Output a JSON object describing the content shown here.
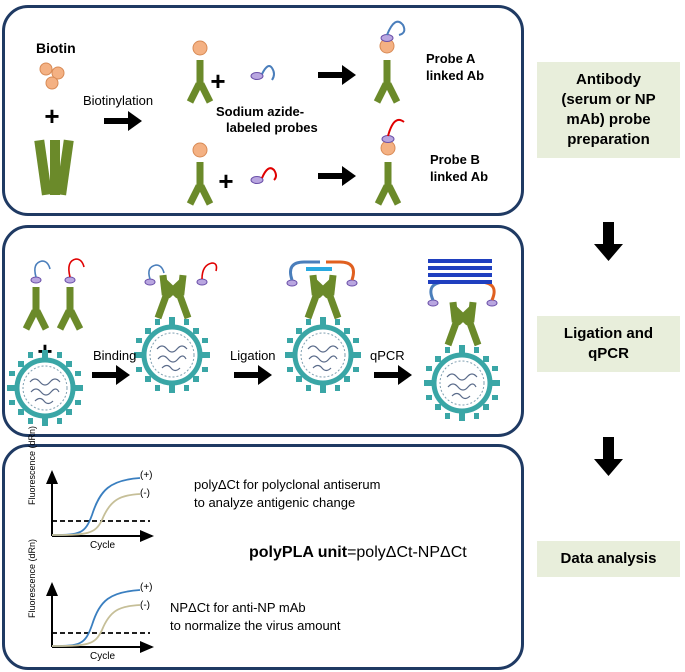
{
  "panel1": {
    "biotin": "Biotin",
    "biotinylation": "Biotinylation",
    "probes_line1": "Sodium azide-",
    "probes_line2": "labeled probes",
    "probe_a_line1": "Probe A",
    "probe_a_line2": "linked Ab",
    "probe_b_line1": "Probe B",
    "probe_b_line2": "linked Ab"
  },
  "panel2": {
    "binding": "Binding",
    "ligation": "Ligation",
    "qpcr": "qPCR"
  },
  "panel3": {
    "ylabel": "Fluorescence (dRn)",
    "xlabel": "Cycle",
    "plus": "(+)",
    "minus": "(-)",
    "desc1_line1": "polyΔCt for polyclonal antiserum",
    "desc1_line2": "to analyze antigenic change",
    "formula_bold": "polyPLA unit",
    "formula_rest": "=polyΔCt-NPΔCt",
    "desc2_line1": "NPΔCt for anti-NP mAb",
    "desc2_line2": "to normalize the virus amount"
  },
  "sidebar": {
    "step1_line1": "Antibody",
    "step1_line2": "(serum or NP",
    "step1_line3": "mAb) probe",
    "step1_line4": "preparation",
    "step2_line1": "Ligation and",
    "step2_line2": "qPCR",
    "step3": "Data analysis"
  },
  "colors": {
    "panel_border": "#1f3a63",
    "antibody": "#6b8a2a",
    "biotin": "#f4b183",
    "probe_a": "#4a7ebb",
    "probe_b": "#e00000",
    "sidebar_bg": "#e8eedb",
    "virus": "#3aa6a6",
    "amplicon": "#1f3fbf"
  }
}
